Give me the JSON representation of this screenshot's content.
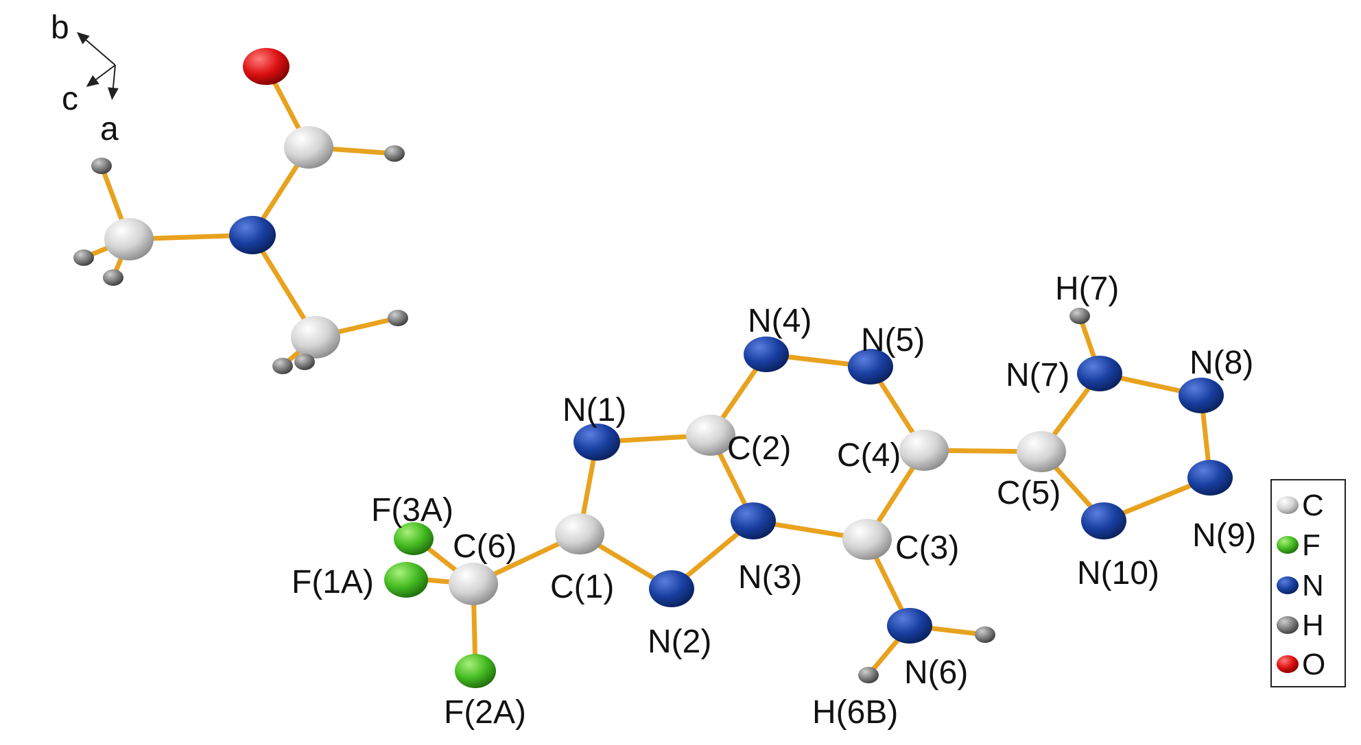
{
  "colors": {
    "bond": "#e8a21e",
    "C": "#d8d8d8",
    "F": "#44bb22",
    "N": "#183fa0",
    "H": "#7d7d7d",
    "O": "#dd1111",
    "axis": "#222222"
  },
  "axes": {
    "labels": [
      "b",
      "c",
      "a"
    ]
  },
  "atom_labels": [
    "N(1)",
    "N(2)",
    "N(3)",
    "N(4)",
    "N(5)",
    "N(6)",
    "N(7)",
    "N(8)",
    "N(9)",
    "N(10)",
    "C(1)",
    "C(2)",
    "C(3)",
    "C(4)",
    "C(5)",
    "C(6)",
    "F(1A)",
    "F(2A)",
    "F(3A)",
    "H(7)",
    "H(6B)"
  ],
  "legend": [
    {
      "element": "C",
      "label": "C"
    },
    {
      "element": "F",
      "label": "F"
    },
    {
      "element": "N",
      "label": "N"
    },
    {
      "element": "H",
      "label": "H"
    },
    {
      "element": "O",
      "label": "O"
    }
  ]
}
